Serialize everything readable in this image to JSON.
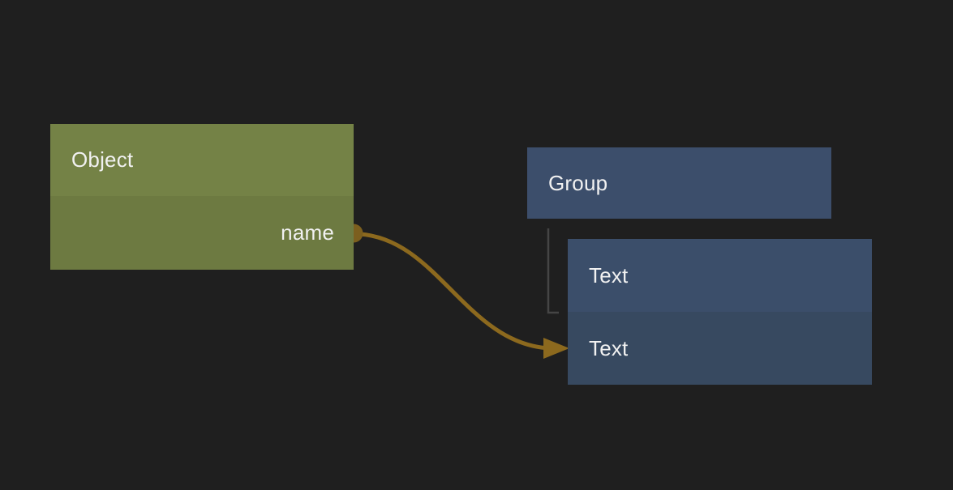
{
  "canvas": {
    "type": "node-graph-editor"
  },
  "colors": {
    "canvas_bg": "#1f1f1f",
    "object_header": "#748246",
    "object_body": "#6d7a41",
    "group_header": "#3c4e6b",
    "text_header": "#3b4e6a",
    "text_row": "#374960",
    "wire": "#8c691e",
    "socket": "#7c5f1e",
    "hierarchy_line": "#454545",
    "label": "#f1f1f1"
  },
  "nodes": {
    "object": {
      "title": "Object",
      "output_port_label": "name"
    },
    "group": {
      "title": "Group"
    },
    "text": {
      "title": "Text",
      "row_label": "Text"
    }
  },
  "connections": {
    "wire": {
      "from_node": "Object",
      "from_port": "name",
      "to_node": "Text",
      "style": "curved-arrow"
    },
    "hierarchy": {
      "parent": "Group",
      "child": "Text",
      "style": "elbow-line"
    }
  }
}
